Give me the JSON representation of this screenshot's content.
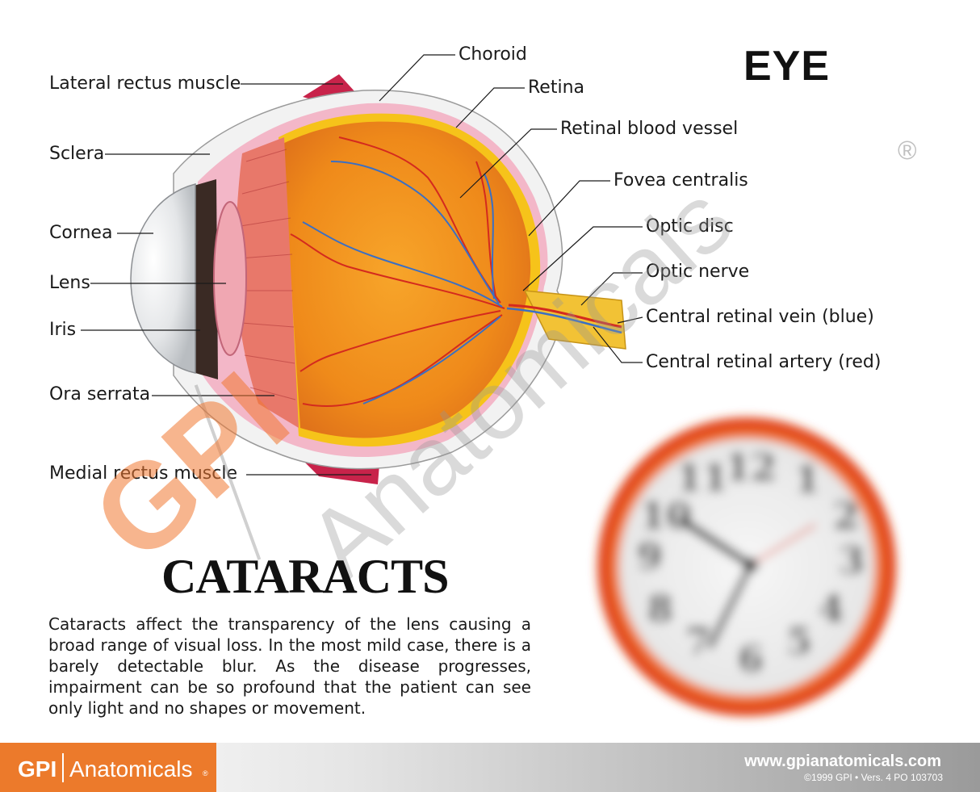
{
  "title": "EYE",
  "labels": {
    "lateral_rectus": "Lateral rectus muscle",
    "sclera": "Sclera",
    "cornea": "Cornea",
    "lens": "Lens",
    "iris": "Iris",
    "ora_serrata": "Ora serrata",
    "medial_rectus": "Medial rectus muscle",
    "choroid": "Choroid",
    "retina": "Retina",
    "retinal_vessel": "Retinal blood vessel",
    "fovea": "Fovea centralis",
    "optic_disc": "Optic disc",
    "optic_nerve": "Optic nerve",
    "central_vein": "Central retinal vein (blue)",
    "central_artery": "Central retinal artery (red)"
  },
  "section": {
    "heading": "CATARACTS",
    "body": "Cataracts affect the transparency of the lens causing a broad range of visual loss. In the most mild case, there is a barely detectable blur. As the disease progresses, impairment can be so profound that the patient can see only light and no shapes or movement."
  },
  "clock": {
    "numbers": [
      "12",
      "1",
      "2",
      "3",
      "4",
      "5",
      "6",
      "7",
      "8",
      "9",
      "10",
      "11"
    ]
  },
  "watermark": {
    "brand_bold": "GPI",
    "brand_light": "Anatomicals",
    "registered": "®"
  },
  "footer": {
    "logo_bold": "GPI",
    "logo_light": "Anatomicals",
    "registered": "®",
    "url": "www.gpianatomicals.com",
    "copyright": "©1999 GPI • Vers. 4 PO 103703"
  },
  "colors": {
    "brand_orange": "#ec7a2b",
    "vitreous": "#f0921e",
    "retina_yellow": "#f6c31a",
    "artery_red": "#d42a1e",
    "vein_blue": "#3a6fc4",
    "muscle": "#c8234a"
  }
}
